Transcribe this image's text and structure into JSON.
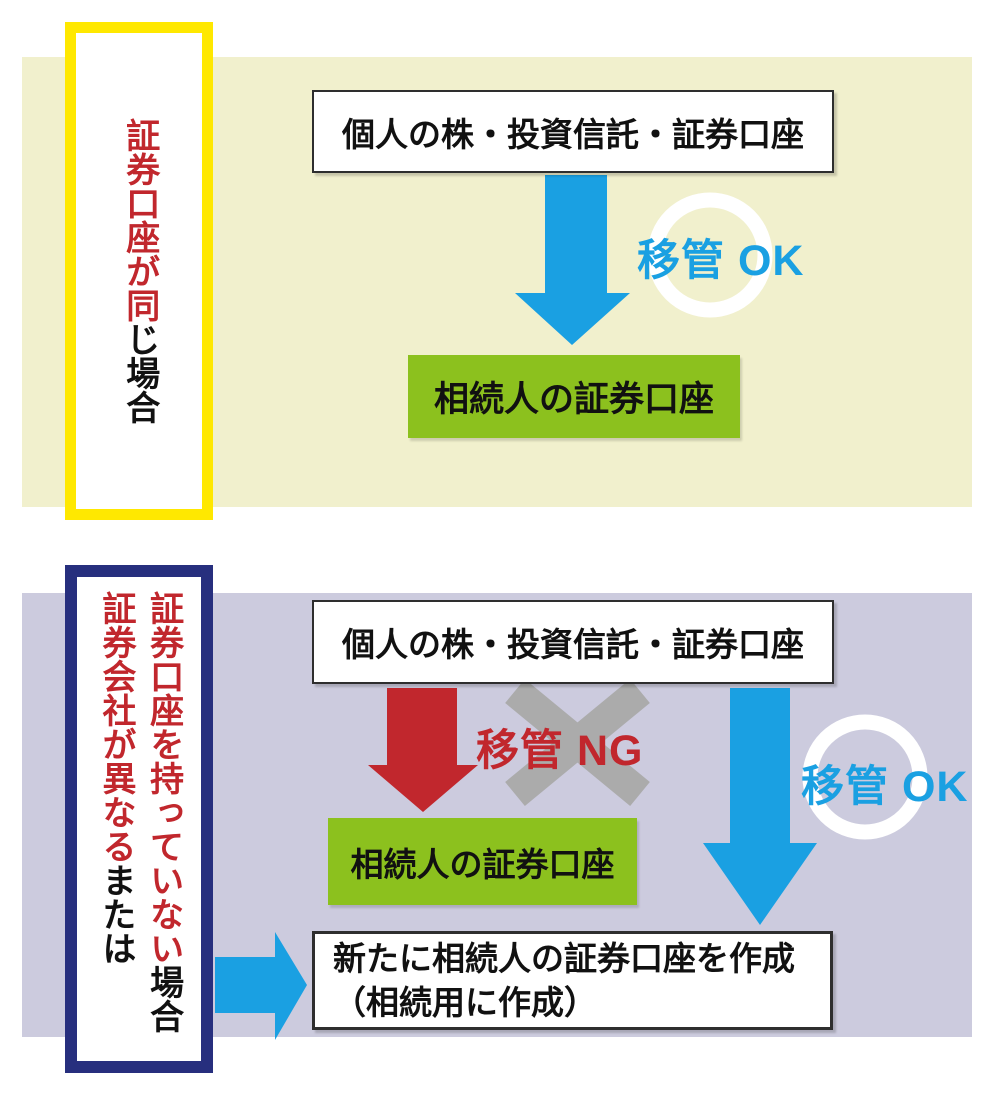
{
  "colors": {
    "panel_top_bg": "#F1F0CD",
    "panel_bottom_bg": "#CCCBDE",
    "label_top_border": "#FFE800",
    "label_bottom_border": "#272F7E",
    "red": "#C1272D",
    "blue": "#1AA0E2",
    "green": "#8CC11E",
    "gray": "#ABABAB",
    "white": "#FFFFFF",
    "text_black": "#111111"
  },
  "top_section": {
    "label": {
      "red_text": "証券口座が同",
      "black_text": "じ場合"
    },
    "source_box": "個人の株・投資信託・証券口座",
    "transfer_ok": "移管 OK",
    "result_box": "相続人の証券口座"
  },
  "bottom_section": {
    "label": {
      "line1_red": "証券口座を持っていない",
      "line1_black": "場合",
      "line2_red": "証券会社が異なる",
      "line2_black": "または"
    },
    "source_box": "個人の株・投資信託・証券口座",
    "transfer_ng": "移管 NG",
    "transfer_ok": "移管 OK",
    "result_box": "相続人の証券口座",
    "new_account_line1": "新たに相続人の証券口座を作成",
    "new_account_line2": "（相続用に作成）"
  }
}
